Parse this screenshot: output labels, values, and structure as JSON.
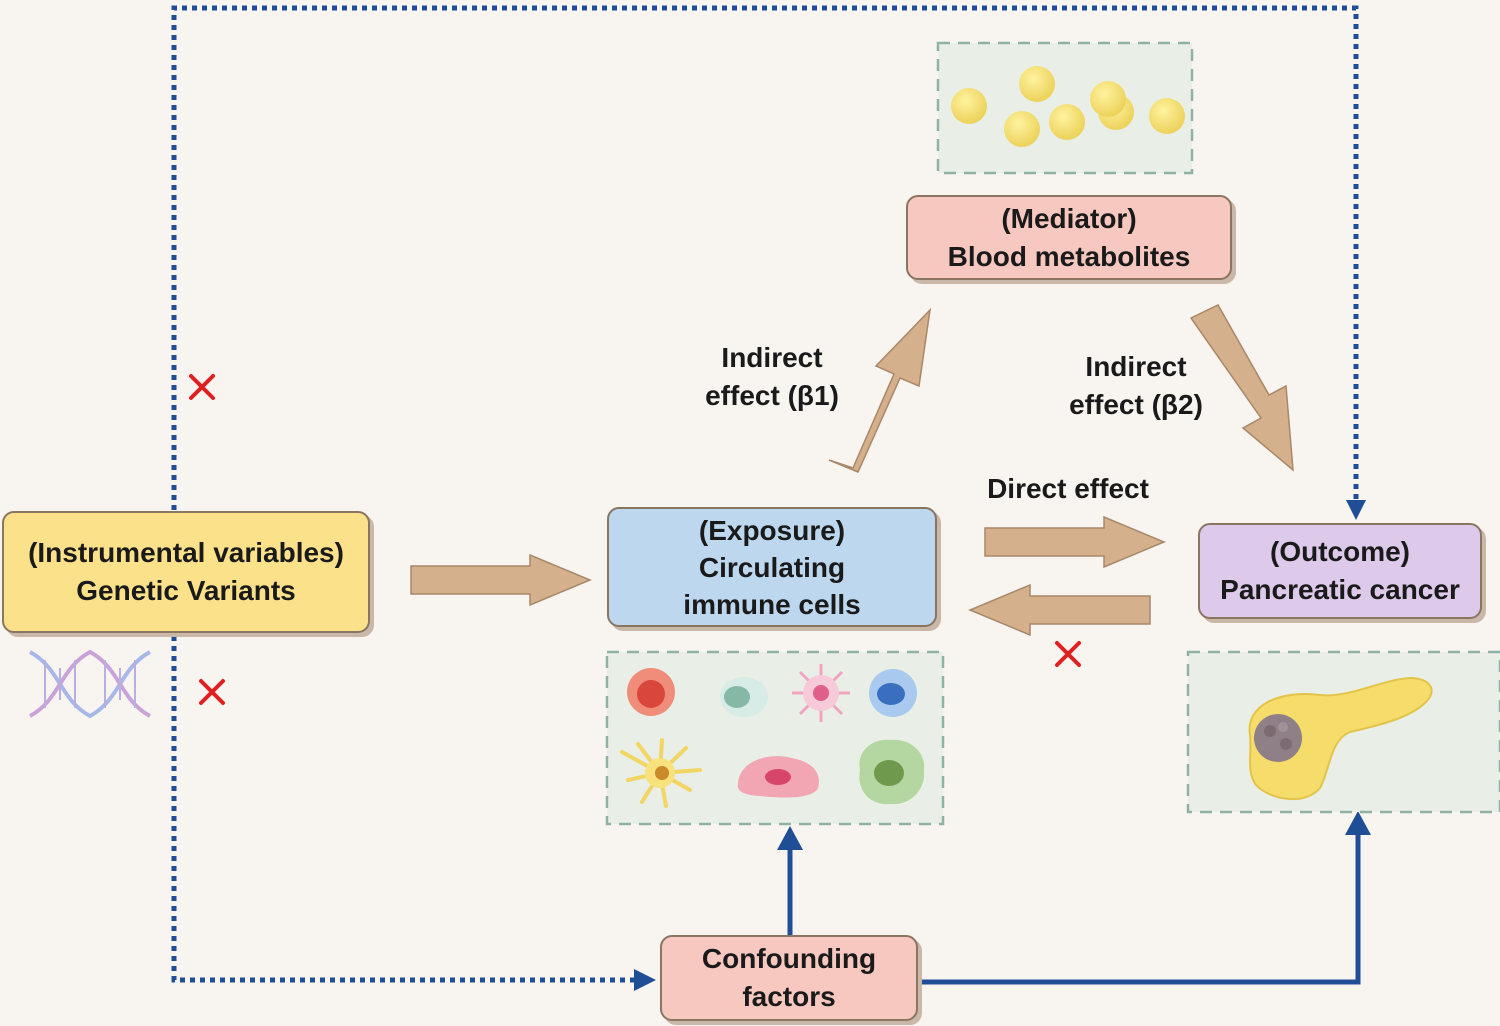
{
  "nodes": {
    "instrument": {
      "line1": "(Instrumental variables)",
      "line2": "Genetic Variants"
    },
    "exposure": {
      "line1": "(Exposure)",
      "line2": "Circulating",
      "line3": "immune cells"
    },
    "mediator": {
      "line1": "(Mediator)",
      "line2": "Blood metabolites"
    },
    "outcome": {
      "line1": "(Outcome)",
      "line2": "Pancreatic cancer"
    },
    "confounders": {
      "line1": "Confounding",
      "line2": "factors"
    }
  },
  "edges": {
    "indirect1": {
      "line1": "Indirect",
      "line2": "effect (β1)"
    },
    "indirect2": {
      "line1": "Indirect",
      "line2": "effect (β2)"
    },
    "direct": {
      "label": "Direct effect"
    }
  },
  "colors": {
    "instrument_fill": "#fbe28a",
    "exposure_fill": "#bdd7ef",
    "mediator_fill": "#f7c8c0",
    "outcome_fill": "#ddc9ea",
    "confounders_fill": "#f7c8c0",
    "arrow_fill": "#d4b08c",
    "blue_line": "#1f4e96",
    "red_cross": "#e02020",
    "panel_fill": "#e9efe6",
    "panel_border": "#8fb2a4"
  }
}
